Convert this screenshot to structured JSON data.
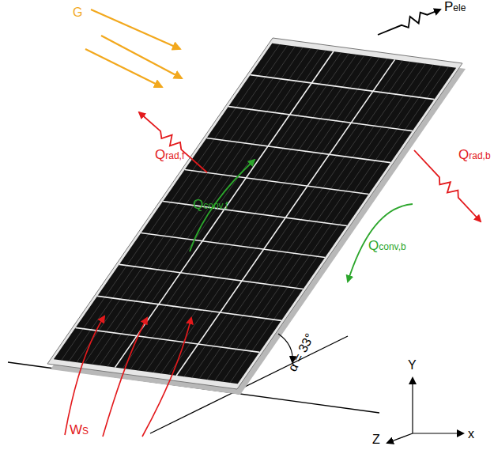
{
  "diagram": {
    "labels": [
      "G",
      "Pele",
      "Qrad,f",
      "Qconv,f",
      "Qrad,b",
      "Qconv,b",
      "WS",
      "α = 33°",
      "Y",
      "Z",
      "x"
    ]
  }
}
